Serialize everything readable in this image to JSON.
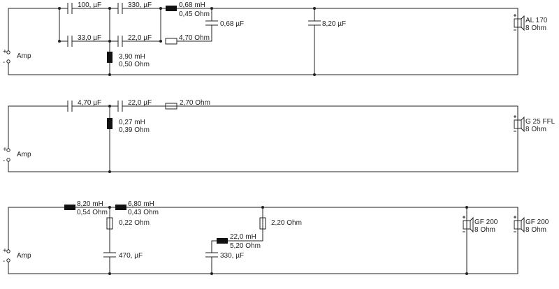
{
  "amp_label": "Amp",
  "plus": "+",
  "minus": "-",
  "circuit1": {
    "c1": "100, µF",
    "c2": "33,0 µF",
    "c3": "330, µF",
    "c4": "22,0 µF",
    "l1_value": "0,68 mH",
    "l1_res": "0,45 Ohm",
    "c5": "0,68 µF",
    "r1": "4,70 Ohm",
    "l2_value": "3,90 mH",
    "l2_res": "0,50 Ohm",
    "c6": "8,20 µF",
    "speaker_name": "AL 170",
    "speaker_imp": "8 Ohm"
  },
  "circuit2": {
    "c1": "4,70 µF",
    "c2": "22,0 µF",
    "r1": "2,70 Ohm",
    "l1_value": "0,27 mH",
    "l1_res": "0,39 Ohm",
    "speaker_name": "G 25 FFL",
    "speaker_imp": "8 Ohm"
  },
  "circuit3": {
    "l1_value": "8,20 mH",
    "l1_res": "0,54 Ohm",
    "l2_value": "6,80 mH",
    "l2_res": "0,43 Ohm",
    "r1": "0,22 Ohm",
    "c1": "470, µF",
    "r2": "2,20 Ohm",
    "l3_value": "22,0 mH",
    "l3_res": "5,20 Ohm",
    "c2": "330, µF",
    "speaker1_name": "GF 200",
    "speaker1_imp": "8 Ohm",
    "speaker2_name": "GF 200",
    "speaker2_imp": "8 Ohm"
  }
}
